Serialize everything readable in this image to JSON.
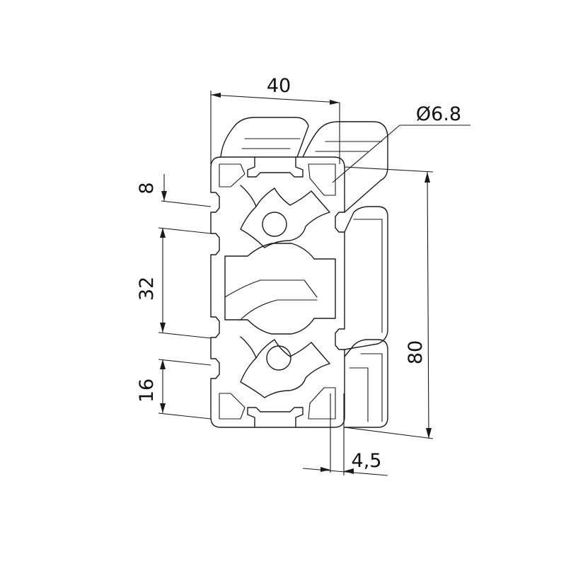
{
  "dimensions": {
    "width": "40",
    "hole_diameter": "Ø6.8",
    "top_offset": "8",
    "slot_pitch": "32",
    "bottom_offset": "16",
    "height": "80",
    "slot_width": "4,5"
  },
  "colors": {
    "line": "#1a1a1a",
    "background": "#ffffff"
  }
}
